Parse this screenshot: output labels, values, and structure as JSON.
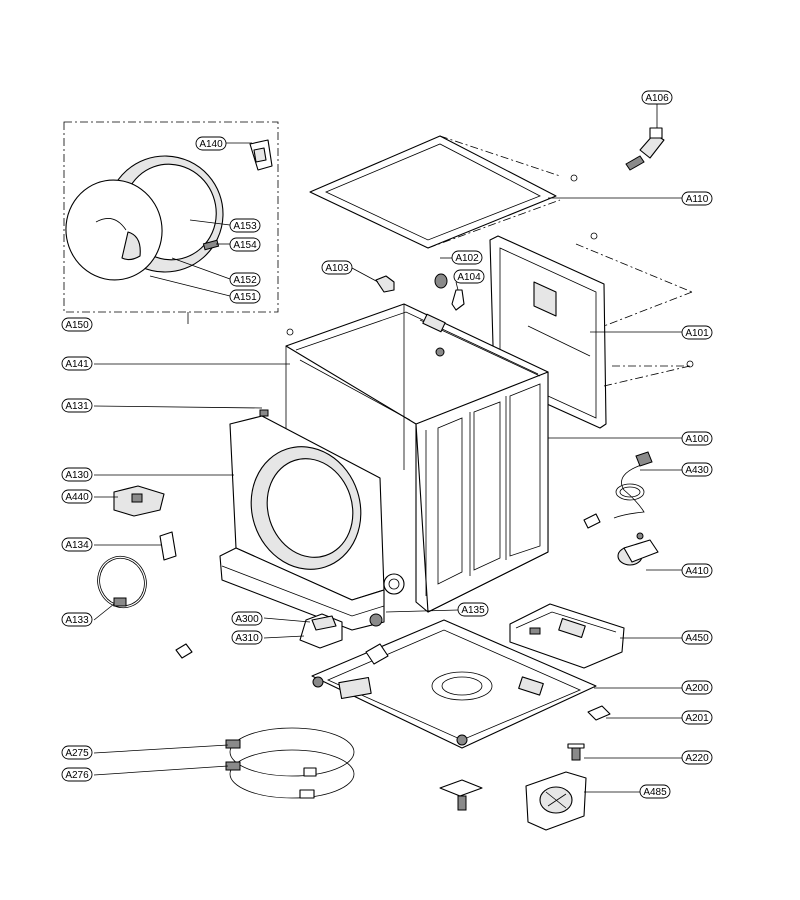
{
  "callouts": [
    {
      "id": "A106",
      "text": "A106"
    },
    {
      "id": "A140",
      "text": "A140"
    },
    {
      "id": "A110",
      "text": "A110"
    },
    {
      "id": "A153",
      "text": "A153"
    },
    {
      "id": "A154",
      "text": "A154"
    },
    {
      "id": "A102",
      "text": "A102"
    },
    {
      "id": "A103",
      "text": "A103"
    },
    {
      "id": "A104",
      "text": "A104"
    },
    {
      "id": "A152",
      "text": "A152"
    },
    {
      "id": "A151",
      "text": "A151"
    },
    {
      "id": "A150",
      "text": "A150"
    },
    {
      "id": "A101",
      "text": "A101"
    },
    {
      "id": "A141",
      "text": "A141"
    },
    {
      "id": "A131",
      "text": "A131"
    },
    {
      "id": "A100",
      "text": "A100"
    },
    {
      "id": "A430",
      "text": "A430"
    },
    {
      "id": "A130",
      "text": "A130"
    },
    {
      "id": "A440",
      "text": "A440"
    },
    {
      "id": "A134",
      "text": "A134"
    },
    {
      "id": "A410",
      "text": "A410"
    },
    {
      "id": "A300",
      "text": "A300"
    },
    {
      "id": "A135",
      "text": "A135"
    },
    {
      "id": "A133",
      "text": "A133"
    },
    {
      "id": "A310",
      "text": "A310"
    },
    {
      "id": "A450",
      "text": "A450"
    },
    {
      "id": "A200",
      "text": "A200"
    },
    {
      "id": "A201",
      "text": "A201"
    },
    {
      "id": "A275",
      "text": "A275"
    },
    {
      "id": "A220",
      "text": "A220"
    },
    {
      "id": "A276",
      "text": "A276"
    },
    {
      "id": "A485",
      "text": "A485"
    }
  ]
}
